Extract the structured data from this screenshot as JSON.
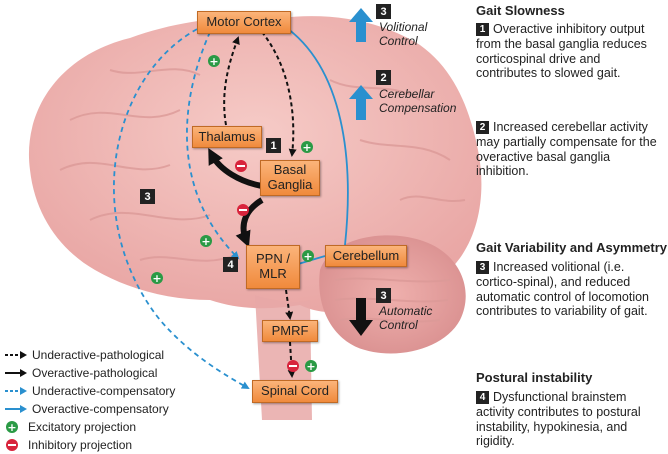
{
  "nodes": {
    "motor_cortex": "Motor Cortex",
    "thalamus": "Thalamus",
    "basal_ganglia": "Basal\nGanglia",
    "ppn_mlr": "PPN /\nMLR",
    "cerebellum": "Cerebellum",
    "pmrf": "PMRF",
    "spinal_cord": "Spinal Cord"
  },
  "badges": {
    "b1": "1",
    "b2": "2",
    "b3": "3",
    "b4": "4"
  },
  "annotations": {
    "volitional_num": "3",
    "volitional": "Volitional\nControl",
    "cerebellar_num": "2",
    "cerebellar": "Cerebellar\nCompensation",
    "automatic_num": "3",
    "automatic": "Automatic\nControl"
  },
  "colors": {
    "black": "#111111",
    "blue": "#2a90cf",
    "excitatory": "#2a9a45",
    "inhibitory": "#d8243c",
    "node_fill": "#f4a262",
    "brain": "#f1b8b5"
  },
  "legend": [
    {
      "label": "Underactive-pathological",
      "icon": "dashed-black-arrow"
    },
    {
      "label": "Overactive-pathological",
      "icon": "solid-black-arrow"
    },
    {
      "label": "Underactive-compensatory",
      "icon": "dashed-blue-arrow"
    },
    {
      "label": "Overactive-compensatory",
      "icon": "solid-blue-arrow"
    },
    {
      "label": "Excitatory projection",
      "icon": "plus-icon"
    },
    {
      "label": "Inhibitory projection",
      "icon": "minus-icon"
    }
  ],
  "panel": {
    "gait_slowness": {
      "title": "Gait Slowness",
      "items": [
        {
          "num": "1",
          "text": "Overactive inhibitory output from the basal ganglia reduces corticospinal drive and contributes to slowed gait."
        },
        {
          "num": "2",
          "text": "Increased cerebellar activity may partially compensate for the overactive basal ganglia inhibition."
        }
      ]
    },
    "gait_variability": {
      "title": "Gait Variability and Asymmetry",
      "items": [
        {
          "num": "3",
          "text": "Increased volitional (i.e. cortico-spinal), and reduced automatic control of locomotion contributes to variability of gait."
        }
      ]
    },
    "postural": {
      "title": "Postural instability",
      "items": [
        {
          "num": "4",
          "text": "Dysfunctional brainstem activity contributes to postural instability, hypokinesia, and rigidity."
        }
      ]
    }
  }
}
